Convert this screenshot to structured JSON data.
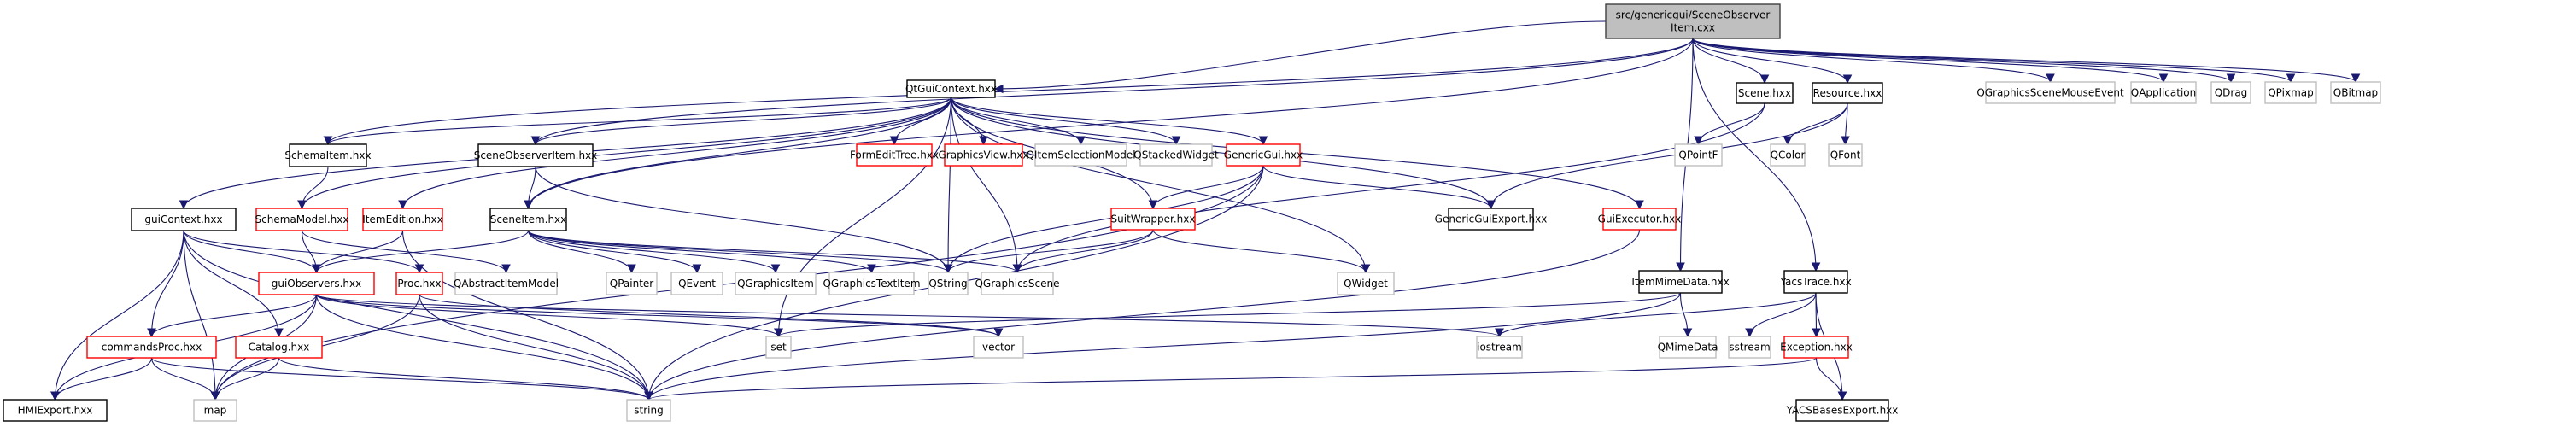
{
  "graph": {
    "title": "src/genericgui/SceneObserverItem.cxx",
    "edge_color": "#191970",
    "node_styles": {
      "root": {
        "fill": "#bfbfbf",
        "stroke": "#404040"
      },
      "documented": {
        "fill": "#ffffff",
        "stroke": "#000000"
      },
      "truncated": {
        "fill": "#ffffff",
        "stroke": "#ff0000"
      },
      "external": {
        "fill": "#ffffff",
        "stroke": "#bfbfbf"
      }
    },
    "nodes": [
      {
        "id": "root",
        "label": [
          "src/genericgui/SceneObserver",
          "Item.cxx"
        ],
        "style": "root"
      },
      {
        "id": "QtGuiContext",
        "label": [
          "QtGuiContext.hxx"
        ],
        "style": "documented"
      },
      {
        "id": "Scene",
        "label": [
          "Scene.hxx"
        ],
        "style": "documented"
      },
      {
        "id": "Resource",
        "label": [
          "Resource.hxx"
        ],
        "style": "documented"
      },
      {
        "id": "QGraphicsSceneMouseEvent",
        "label": [
          "QGraphicsSceneMouseEvent"
        ],
        "style": "external"
      },
      {
        "id": "QApplication",
        "label": [
          "QApplication"
        ],
        "style": "external"
      },
      {
        "id": "QDrag",
        "label": [
          "QDrag"
        ],
        "style": "external"
      },
      {
        "id": "QPixmap",
        "label": [
          "QPixmap"
        ],
        "style": "external"
      },
      {
        "id": "QBitmap",
        "label": [
          "QBitmap"
        ],
        "style": "external"
      },
      {
        "id": "SchemaItem",
        "label": [
          "SchemaItem.hxx"
        ],
        "style": "documented"
      },
      {
        "id": "SceneObserverItem",
        "label": [
          "SceneObserverItem.hxx"
        ],
        "style": "documented"
      },
      {
        "id": "FormEditTree",
        "label": [
          "FormEditTree.hxx"
        ],
        "style": "truncated"
      },
      {
        "id": "GraphicsView",
        "label": [
          "GraphicsView.hxx"
        ],
        "style": "truncated"
      },
      {
        "id": "QItemSelectionModel",
        "label": [
          "QItemSelectionModel"
        ],
        "style": "external"
      },
      {
        "id": "QStackedWidget",
        "label": [
          "QStackedWidget"
        ],
        "style": "external"
      },
      {
        "id": "GenericGui",
        "label": [
          "GenericGui.hxx"
        ],
        "style": "truncated"
      },
      {
        "id": "QPointF",
        "label": [
          "QPointF"
        ],
        "style": "external"
      },
      {
        "id": "QColor",
        "label": [
          "QColor"
        ],
        "style": "external"
      },
      {
        "id": "QFont",
        "label": [
          "QFont"
        ],
        "style": "external"
      },
      {
        "id": "guiContext",
        "label": [
          "guiContext.hxx"
        ],
        "style": "documented"
      },
      {
        "id": "SchemaModel",
        "label": [
          "SchemaModel.hxx"
        ],
        "style": "truncated"
      },
      {
        "id": "ItemEdition",
        "label": [
          "ItemEdition.hxx"
        ],
        "style": "truncated"
      },
      {
        "id": "SceneItem",
        "label": [
          "SceneItem.hxx"
        ],
        "style": "documented"
      },
      {
        "id": "SuitWrapper",
        "label": [
          "SuitWrapper.hxx"
        ],
        "style": "truncated"
      },
      {
        "id": "GenericGuiExport",
        "label": [
          "GenericGuiExport.hxx"
        ],
        "style": "documented"
      },
      {
        "id": "GuiExecutor",
        "label": [
          "GuiExecutor.hxx"
        ],
        "style": "truncated"
      },
      {
        "id": "guiObservers",
        "label": [
          "guiObservers.hxx"
        ],
        "style": "truncated"
      },
      {
        "id": "Proc",
        "label": [
          "Proc.hxx"
        ],
        "style": "truncated"
      },
      {
        "id": "QAbstractItemModel",
        "label": [
          "QAbstractItemModel"
        ],
        "style": "external"
      },
      {
        "id": "QPainter",
        "label": [
          "QPainter"
        ],
        "style": "external"
      },
      {
        "id": "QEvent",
        "label": [
          "QEvent"
        ],
        "style": "external"
      },
      {
        "id": "QGraphicsItem",
        "label": [
          "QGraphicsItem"
        ],
        "style": "external"
      },
      {
        "id": "QGraphicsTextItem",
        "label": [
          "QGraphicsTextItem"
        ],
        "style": "external"
      },
      {
        "id": "QString",
        "label": [
          "QString"
        ],
        "style": "external"
      },
      {
        "id": "QGraphicsScene",
        "label": [
          "QGraphicsScene"
        ],
        "style": "external"
      },
      {
        "id": "QWidget",
        "label": [
          "QWidget"
        ],
        "style": "external"
      },
      {
        "id": "ItemMimeData",
        "label": [
          "ItemMimeData.hxx"
        ],
        "style": "documented"
      },
      {
        "id": "YacsTrace",
        "label": [
          "YacsTrace.hxx"
        ],
        "style": "documented"
      },
      {
        "id": "commandsProc",
        "label": [
          "commandsProc.hxx"
        ],
        "style": "truncated"
      },
      {
        "id": "Catalog",
        "label": [
          "Catalog.hxx"
        ],
        "style": "truncated"
      },
      {
        "id": "set",
        "label": [
          "set"
        ],
        "style": "external"
      },
      {
        "id": "vector",
        "label": [
          "vector"
        ],
        "style": "external"
      },
      {
        "id": "iostream",
        "label": [
          "iostream"
        ],
        "style": "external"
      },
      {
        "id": "QMimeData",
        "label": [
          "QMimeData"
        ],
        "style": "external"
      },
      {
        "id": "sstream",
        "label": [
          "sstream"
        ],
        "style": "external"
      },
      {
        "id": "Exception",
        "label": [
          "Exception.hxx"
        ],
        "style": "truncated"
      },
      {
        "id": "HMIExport",
        "label": [
          "HMIExport.hxx"
        ],
        "style": "documented"
      },
      {
        "id": "map",
        "label": [
          "map"
        ],
        "style": "external"
      },
      {
        "id": "string",
        "label": [
          "string"
        ],
        "style": "external"
      },
      {
        "id": "YACSBasesExport",
        "label": [
          "YACSBasesExport.hxx"
        ],
        "style": "documented"
      }
    ],
    "edges": [
      [
        "root",
        "QtGuiContext"
      ],
      [
        "root",
        "Scene"
      ],
      [
        "root",
        "Resource"
      ],
      [
        "root",
        "QGraphicsSceneMouseEvent"
      ],
      [
        "root",
        "QApplication"
      ],
      [
        "root",
        "QDrag"
      ],
      [
        "root",
        "QPixmap"
      ],
      [
        "root",
        "QBitmap"
      ],
      [
        "root",
        "SchemaItem"
      ],
      [
        "root",
        "SceneObserverItem"
      ],
      [
        "root",
        "ItemMimeData"
      ],
      [
        "root",
        "YacsTrace"
      ],
      [
        "root",
        "SceneItem"
      ],
      [
        "QtGuiContext",
        "SchemaItem"
      ],
      [
        "QtGuiContext",
        "SceneObserverItem"
      ],
      [
        "QtGuiContext",
        "FormEditTree"
      ],
      [
        "QtGuiContext",
        "GraphicsView"
      ],
      [
        "QtGuiContext",
        "QItemSelectionModel"
      ],
      [
        "QtGuiContext",
        "QStackedWidget"
      ],
      [
        "QtGuiContext",
        "GenericGui"
      ],
      [
        "QtGuiContext",
        "guiContext"
      ],
      [
        "QtGuiContext",
        "SchemaModel"
      ],
      [
        "QtGuiContext",
        "ItemEdition"
      ],
      [
        "QtGuiContext",
        "SceneItem"
      ],
      [
        "QtGuiContext",
        "SuitWrapper"
      ],
      [
        "QtGuiContext",
        "GenericGuiExport"
      ],
      [
        "QtGuiContext",
        "GuiExecutor"
      ],
      [
        "QtGuiContext",
        "QString"
      ],
      [
        "QtGuiContext",
        "QGraphicsScene"
      ],
      [
        "QtGuiContext",
        "QWidget"
      ],
      [
        "QtGuiContext",
        "set"
      ],
      [
        "Scene",
        "QPointF"
      ],
      [
        "Scene",
        "QGraphicsScene"
      ],
      [
        "Resource",
        "QColor"
      ],
      [
        "Resource",
        "QFont"
      ],
      [
        "Resource",
        "GenericGuiExport"
      ],
      [
        "SchemaItem",
        "SchemaModel"
      ],
      [
        "SceneObserverItem",
        "SceneItem"
      ],
      [
        "SceneObserverItem",
        "QString"
      ],
      [
        "GenericGui",
        "SuitWrapper"
      ],
      [
        "GenericGui",
        "GenericGuiExport"
      ],
      [
        "GenericGui",
        "QString"
      ],
      [
        "GenericGui",
        "string"
      ],
      [
        "GenericGui",
        "map"
      ],
      [
        "guiContext",
        "guiObservers"
      ],
      [
        "guiContext",
        "Proc"
      ],
      [
        "guiContext",
        "commandsProc"
      ],
      [
        "guiContext",
        "Catalog"
      ],
      [
        "guiContext",
        "HMIExport"
      ],
      [
        "guiContext",
        "map"
      ],
      [
        "guiContext",
        "string"
      ],
      [
        "SchemaModel",
        "guiObservers"
      ],
      [
        "SchemaModel",
        "QAbstractItemModel"
      ],
      [
        "ItemEdition",
        "guiObservers"
      ],
      [
        "ItemEdition",
        "string"
      ],
      [
        "SceneItem",
        "guiObservers"
      ],
      [
        "SceneItem",
        "QPainter"
      ],
      [
        "SceneItem",
        "QEvent"
      ],
      [
        "SceneItem",
        "QGraphicsItem"
      ],
      [
        "SceneItem",
        "QGraphicsTextItem"
      ],
      [
        "SceneItem",
        "QString"
      ],
      [
        "SceneItem",
        "QGraphicsScene"
      ],
      [
        "SuitWrapper",
        "QString"
      ],
      [
        "SuitWrapper",
        "QGraphicsScene"
      ],
      [
        "SuitWrapper",
        "QWidget"
      ],
      [
        "GuiExecutor",
        "string"
      ],
      [
        "guiObservers",
        "commandsProc"
      ],
      [
        "guiObservers",
        "HMIExport"
      ],
      [
        "guiObservers",
        "map"
      ],
      [
        "guiObservers",
        "string"
      ],
      [
        "guiObservers",
        "set"
      ],
      [
        "guiObservers",
        "vector"
      ],
      [
        "guiObservers",
        "iostream"
      ],
      [
        "Proc",
        "map"
      ],
      [
        "Proc",
        "string"
      ],
      [
        "Proc",
        "vector"
      ],
      [
        "commandsProc",
        "HMIExport"
      ],
      [
        "commandsProc",
        "map"
      ],
      [
        "commandsProc",
        "string"
      ],
      [
        "Catalog",
        "map"
      ],
      [
        "Catalog",
        "string"
      ],
      [
        "ItemMimeData",
        "QMimeData"
      ],
      [
        "ItemMimeData",
        "string"
      ],
      [
        "ItemMimeData",
        "set"
      ],
      [
        "YacsTrace",
        "iostream"
      ],
      [
        "YacsTrace",
        "sstream"
      ],
      [
        "YacsTrace",
        "Exception"
      ],
      [
        "YacsTrace",
        "YACSBasesExport"
      ],
      [
        "Exception",
        "YACSBasesExport"
      ],
      [
        "Exception",
        "string"
      ]
    ]
  }
}
